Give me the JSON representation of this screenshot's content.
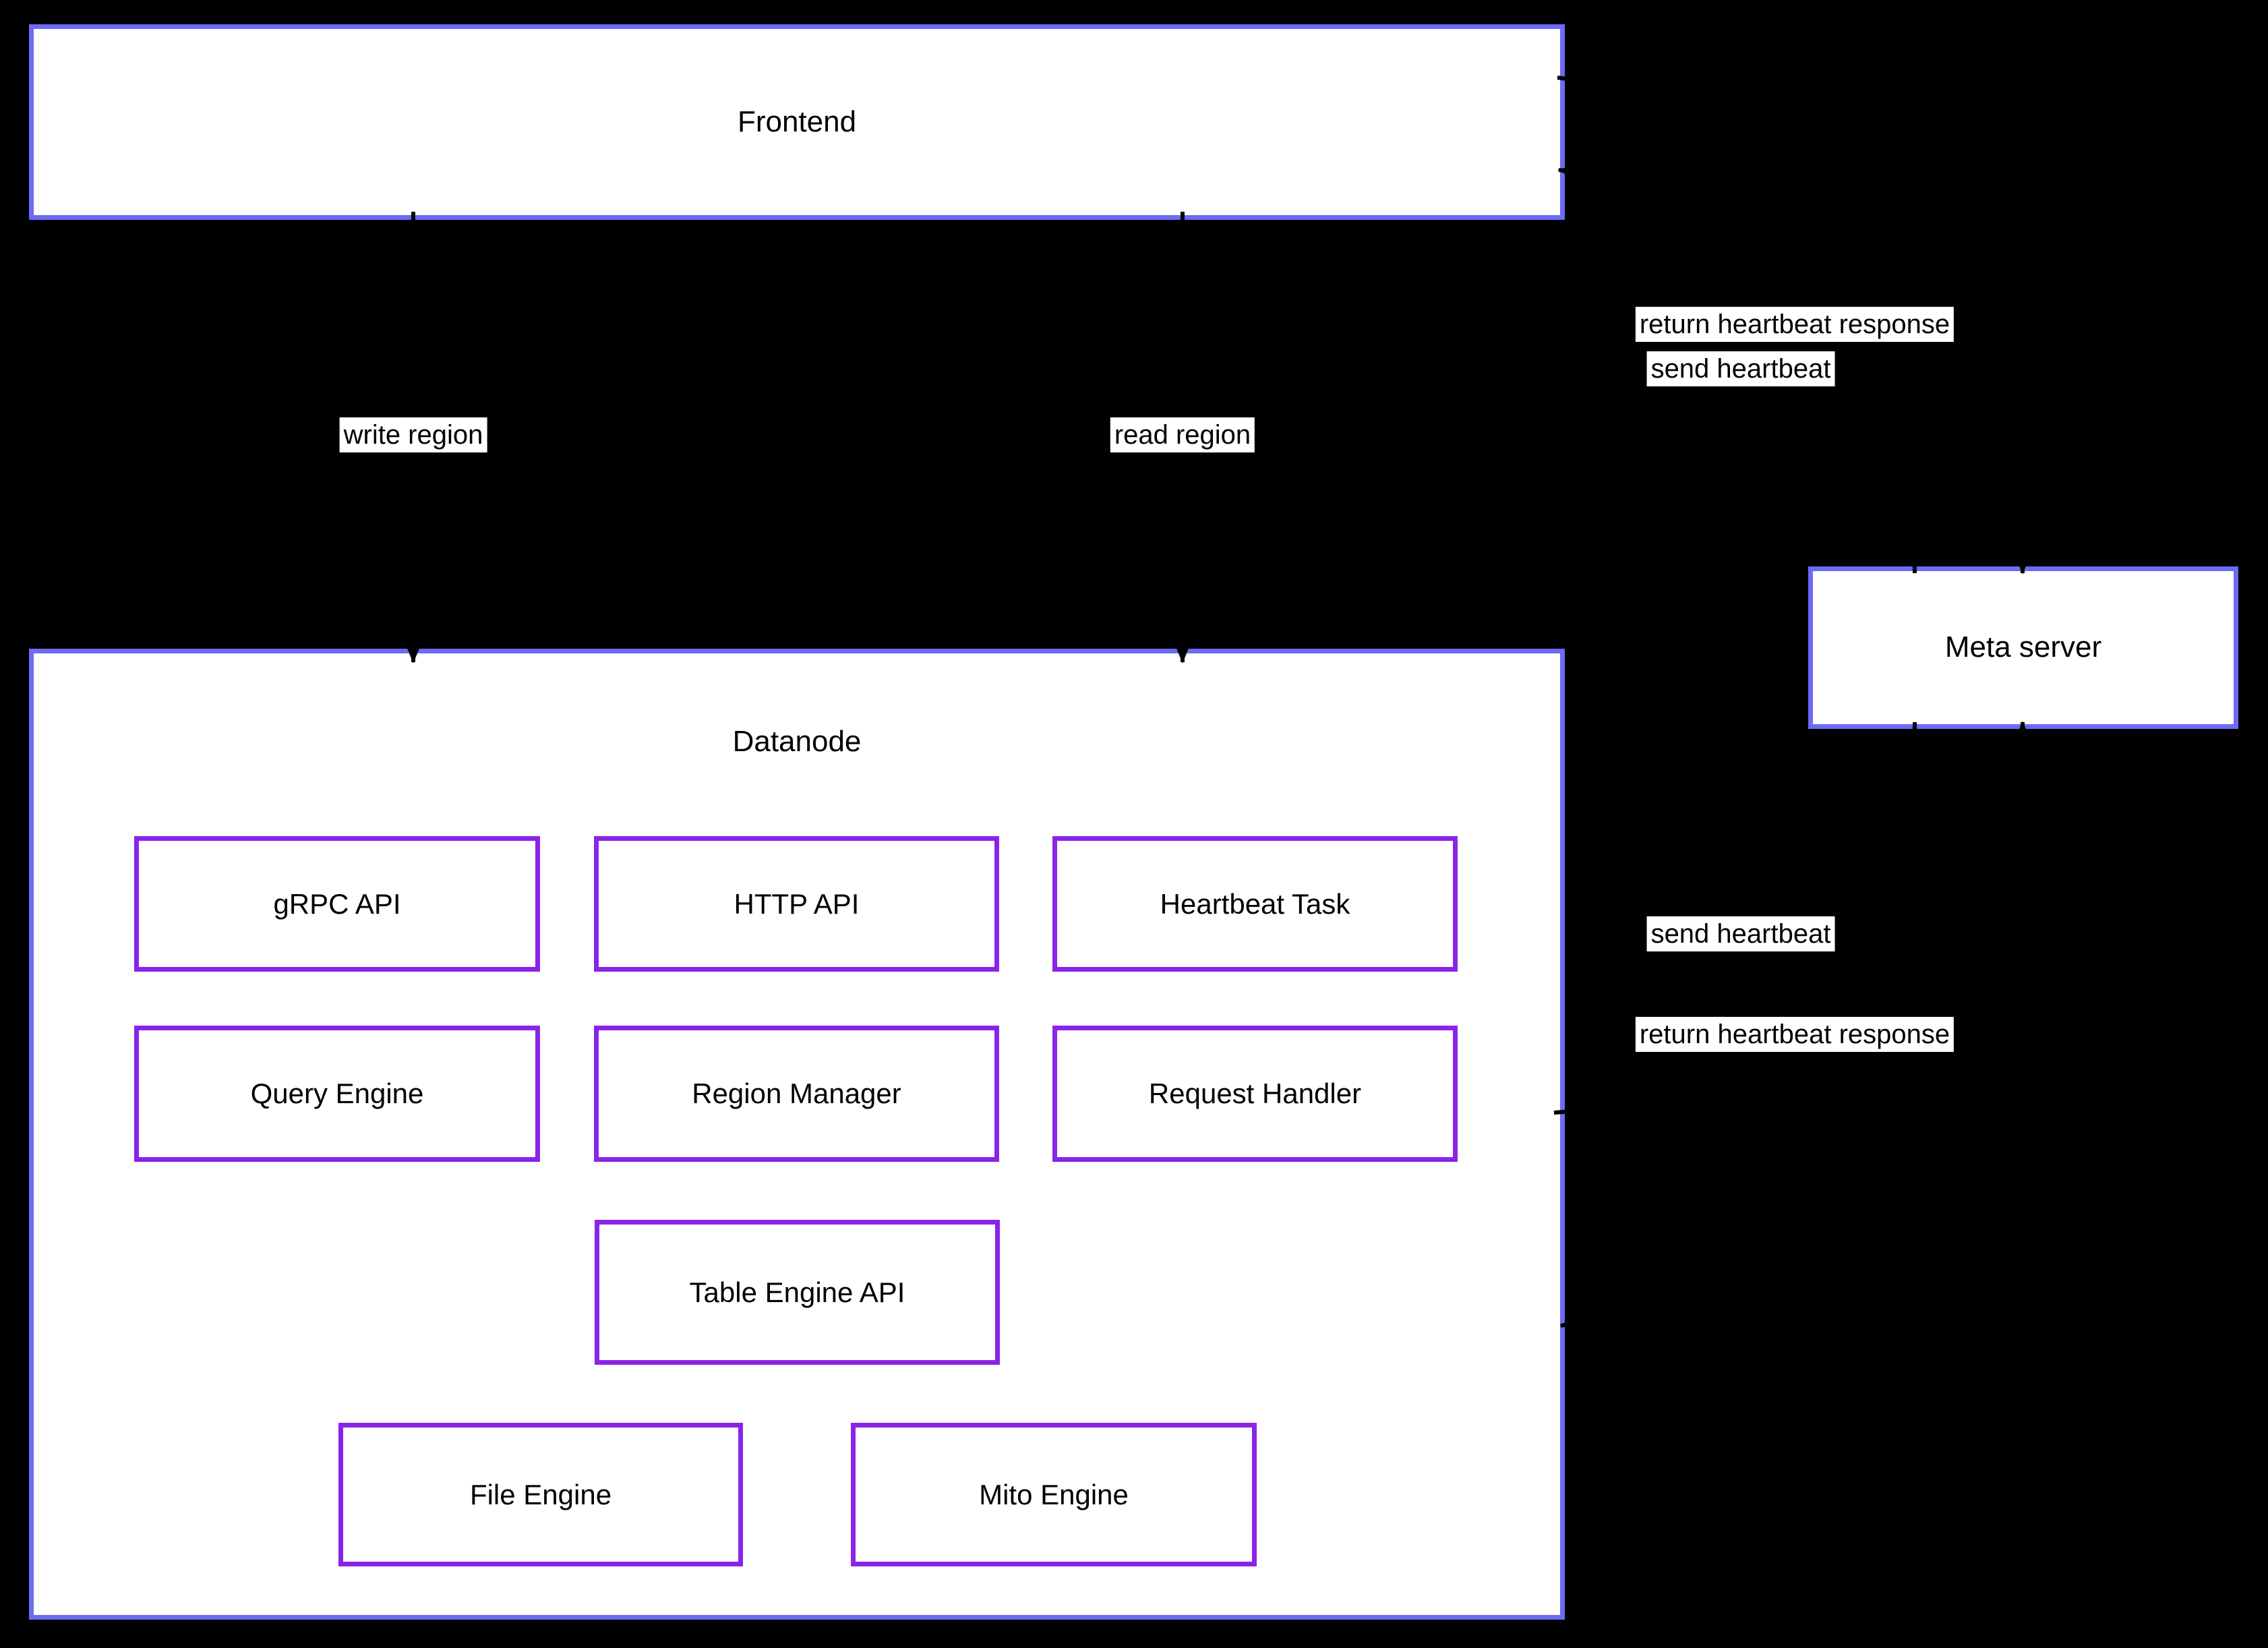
{
  "clusters": {
    "frontend": {
      "label": "Frontend"
    },
    "datanode": {
      "label": "Datanode"
    },
    "meta_server": {
      "label": "Meta server"
    }
  },
  "components": [
    {
      "label": "gRPC API"
    },
    {
      "label": "HTTP API"
    },
    {
      "label": "Heartbeat Task"
    },
    {
      "label": "Query Engine"
    },
    {
      "label": "Region Manager"
    },
    {
      "label": "Request Handler"
    },
    {
      "label": "Table Engine API"
    },
    {
      "label": "File Engine"
    },
    {
      "label": "Mito Engine"
    }
  ],
  "edge_labels": {
    "write_region": "write region",
    "read_region": "read region",
    "frontend_send_heartbeat": "send heartbeat",
    "frontend_return_heartbeat": "return heartbeat response",
    "datanode_send_heartbeat": "send heartbeat",
    "datanode_return_heartbeat": "return heartbeat response"
  },
  "colors": {
    "background": "#000000",
    "cluster_border": "#6b6bf3",
    "component_border": "#8a24e8",
    "box_fill": "#ffffff",
    "text": "#000000",
    "edge": "#000000"
  }
}
